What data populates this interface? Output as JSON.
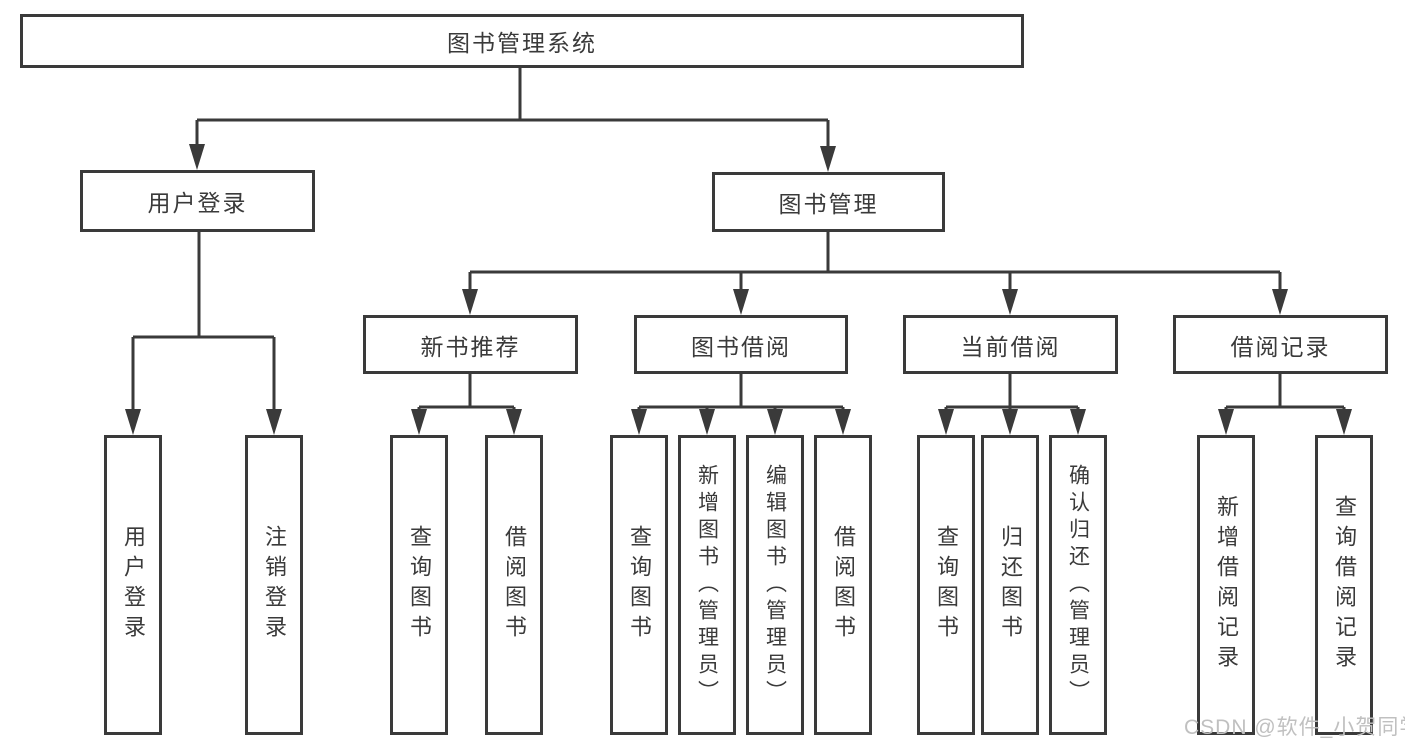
{
  "colors": {
    "line": "#3a3a3a",
    "text": "#3a3a3a",
    "watermark": "#c0c0c0",
    "background": "#ffffff"
  },
  "root": {
    "label": "图书管理系统"
  },
  "level2": [
    {
      "label": "用户登录"
    },
    {
      "label": "图书管理"
    }
  ],
  "level3": [
    {
      "label": "新书推荐"
    },
    {
      "label": "图书借阅"
    },
    {
      "label": "当前借阅"
    },
    {
      "label": "借阅记录"
    }
  ],
  "leaves": {
    "user_login": [
      "用户登录",
      "注销登录"
    ],
    "new_book_recommendation": [
      "查询图书",
      "借阅图书"
    ],
    "book_borrowing": [
      "查询图书",
      "新增图书（管理员）",
      "编辑图书（管理员）",
      "借阅图书"
    ],
    "current_borrowing": [
      "查询图书",
      "归还图书",
      "确认归还（管理员）"
    ],
    "borrowing_records": [
      "新增借阅记录",
      "查询借阅记录"
    ]
  },
  "watermark": "CSDN @软件_小贺同学"
}
